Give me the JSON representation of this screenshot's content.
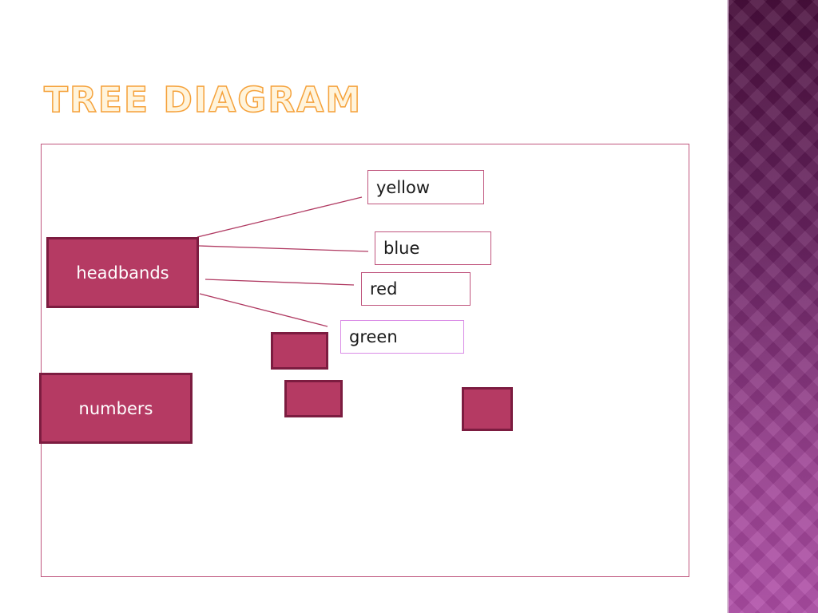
{
  "slide": {
    "title": "Tree diagram"
  },
  "diagram": {
    "parents": {
      "headbands": "headbands",
      "numbers": "numbers"
    },
    "children": {
      "yellow": "yellow",
      "blue": "blue",
      "red": "red",
      "green": "green"
    }
  },
  "colors": {
    "box_fill": "#b53a63",
    "box_border": "#7c1c40",
    "line": "#b03a62",
    "title_stroke": "#f5a23c",
    "side_band": "#7a3177"
  }
}
